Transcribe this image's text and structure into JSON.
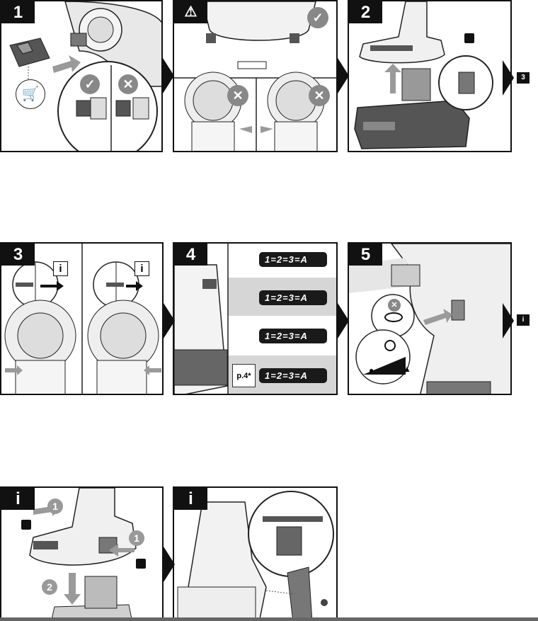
{
  "steps": {
    "s1": "1",
    "s2": "2",
    "s3": "3",
    "s4": "4",
    "s5": "5",
    "info_a": "i",
    "info_b": "i"
  },
  "next_refs": {
    "after_step2": "3",
    "after_step5": "i"
  },
  "modes": {
    "sequence": "1=2=3=A",
    "page_ref": "p.4*"
  },
  "callouts": {
    "info_box": "i",
    "remove_step1": "1",
    "remove_step2": "2"
  },
  "colors": {
    "ink": "#111111",
    "gray_arrow": "#9a9a9a",
    "panel_bg": "#ffffff",
    "tint": "#d6d6d6"
  },
  "icons": [
    "warning-icon",
    "check-icon",
    "cross-icon",
    "cart-icon",
    "lock-icon",
    "unlock-icon",
    "power-icon",
    "eye-icon",
    "turtle-icon",
    "rabbit-icon",
    "info-icon"
  ]
}
